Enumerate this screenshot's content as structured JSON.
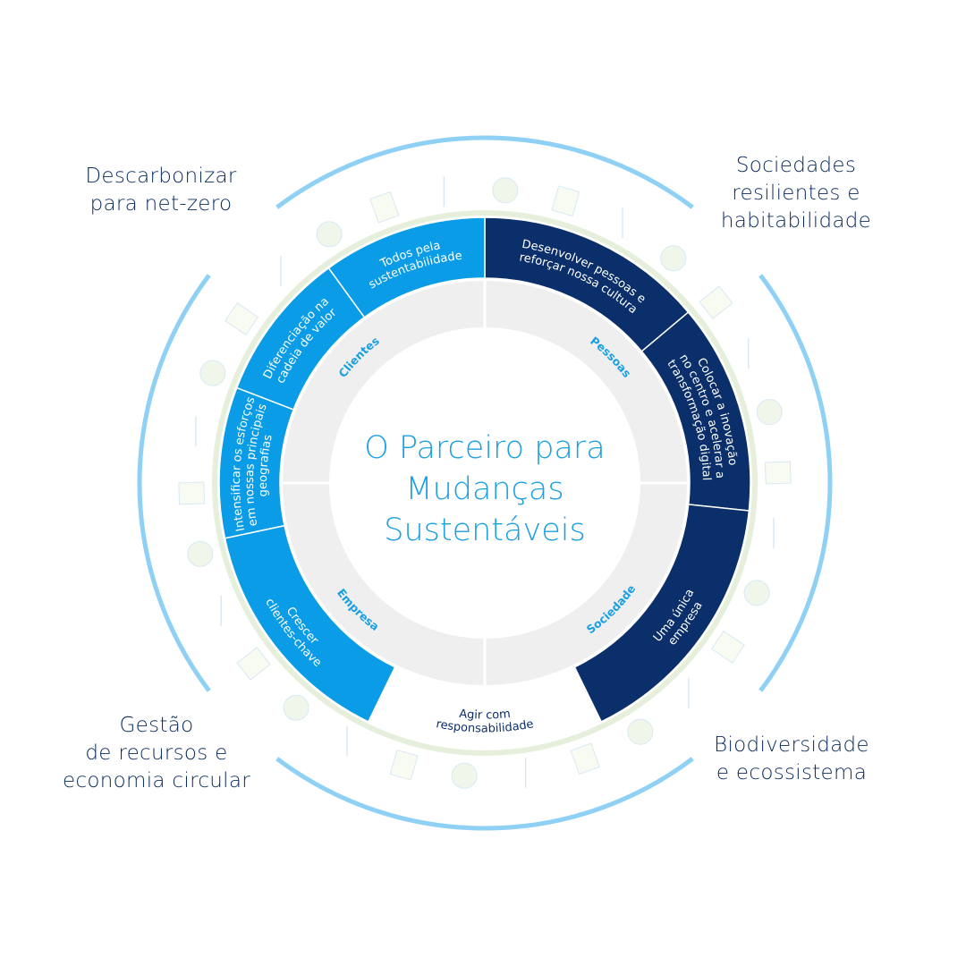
{
  "center_title": [
    "O Parceiro para",
    "Mudanças",
    "Sustentáveis"
  ],
  "outer_labels": {
    "top_left": [
      "Descarbonizar",
      "para net-zero"
    ],
    "top_right": [
      "Sociedades",
      "resilientes e",
      "habitabilidade"
    ],
    "bottom_left": [
      "Gestão",
      "de recursos e",
      "economia circular"
    ],
    "bottom_right": [
      "Biodiversidade",
      "e ecossistema"
    ]
  },
  "pillars": [
    {
      "label": "Pessoas",
      "angle": 45,
      "dir": "cw"
    },
    {
      "label": "Sociedade",
      "angle": 135,
      "dir": "ccw"
    },
    {
      "label": "Empresa",
      "angle": 225,
      "dir": "ccw"
    },
    {
      "label": "Clientes",
      "angle": 315,
      "dir": "cw"
    }
  ],
  "segments": [
    {
      "lines": [
        "Desenvolver pessoas e",
        "reforçar nossa cultura"
      ],
      "start": 0,
      "end": 50,
      "style": "dark",
      "dir": "cw"
    },
    {
      "lines": [
        "Colocar a inovação",
        "no centro e acelerar a",
        "transformação digital"
      ],
      "start": 50,
      "end": 96,
      "style": "dark",
      "dir": "cw"
    },
    {
      "lines": [
        "Uma única",
        "empresa"
      ],
      "start": 96,
      "end": 154,
      "style": "dark",
      "dir": "ccw"
    },
    {
      "lines": [
        "Agir com",
        "responsabilidade"
      ],
      "start": 154,
      "end": 206,
      "style": "white",
      "dir": "ccw"
    },
    {
      "lines": [
        "Crescer",
        "clientes-chave"
      ],
      "start": 206,
      "end": 258,
      "style": "light",
      "dir": "ccw"
    },
    {
      "lines": [
        "Intensificar os esforços",
        "em nossas principais",
        "geografias"
      ],
      "start": 258,
      "end": 291,
      "style": "light",
      "dir": "cw"
    },
    {
      "lines": [
        "Diferenciação na",
        "cadeia de valor"
      ],
      "start": 291,
      "end": 324,
      "style": "light",
      "dir": "cw"
    },
    {
      "lines": [
        "Todos pela",
        "sustentabilidade"
      ],
      "start": 324,
      "end": 360,
      "style": "light",
      "dir": "cw"
    }
  ],
  "colors": {
    "dark": "#0b2f6b",
    "light": "#0a9ce6",
    "white": "#ffffff",
    "arc": "#8fd0f5",
    "ring": "#e6efdc",
    "gray": "#efefef",
    "pillar_text": "#1a9fe2",
    "title": "#1ba0e2"
  }
}
